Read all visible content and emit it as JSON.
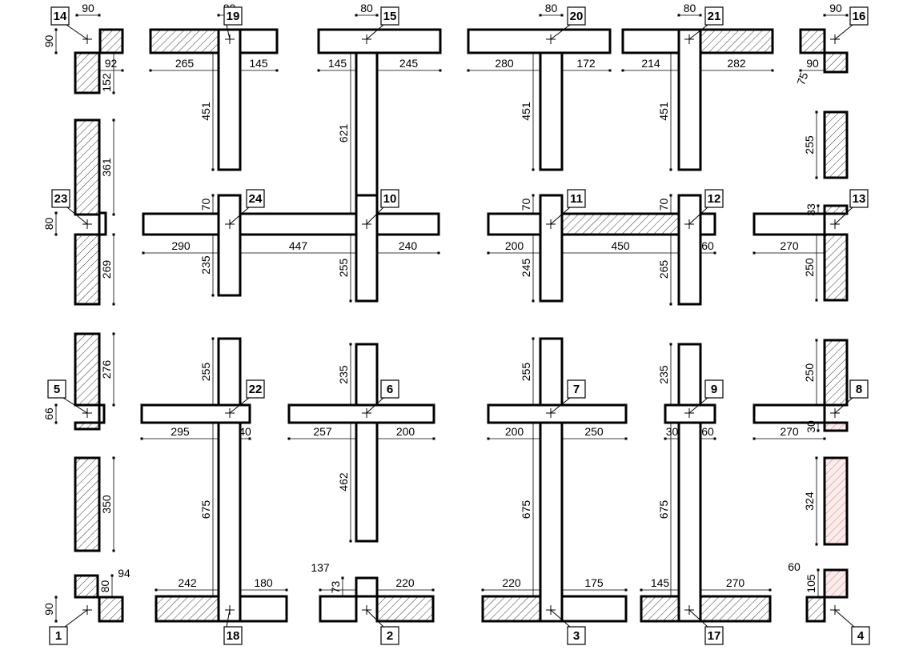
{
  "drawing": {
    "node_labels": [
      "14",
      "19",
      "15",
      "20",
      "21",
      "16",
      "23",
      "24",
      "10",
      "11",
      "12",
      "13",
      "5",
      "22",
      "6",
      "7",
      "9",
      "8",
      "1",
      "18",
      "2",
      "3",
      "17",
      "4"
    ],
    "dimensions_horizontal": [
      "90",
      "92",
      "80",
      "265",
      "145",
      "80",
      "145",
      "245",
      "80",
      "280",
      "172",
      "80",
      "214",
      "282",
      "90",
      "90",
      "290",
      "447",
      "240",
      "200",
      "450",
      "60",
      "270",
      "295",
      "40",
      "257",
      "200",
      "200",
      "250",
      "30",
      "60",
      "270",
      "242",
      "180",
      "137",
      "220",
      "220",
      "175",
      "145",
      "270"
    ],
    "dimensions_vertical": [
      "90",
      "152",
      "451",
      "621",
      "451",
      "451",
      "361",
      "255",
      "80",
      "269",
      "70",
      "235",
      "255",
      "70",
      "245",
      "70",
      "265",
      "33",
      "250",
      "276",
      "66",
      "255",
      "235",
      "255",
      "235",
      "250",
      "30",
      "675",
      "462",
      "675",
      "675",
      "350",
      "324",
      "80",
      "90",
      "73",
      "105"
    ],
    "dimensions_free": [
      "75",
      "94",
      "60"
    ],
    "colors": {
      "line": "#000000",
      "hatch": "#000000",
      "hatch_pink": "#c86464",
      "pink_fill": "#fbecec"
    }
  }
}
